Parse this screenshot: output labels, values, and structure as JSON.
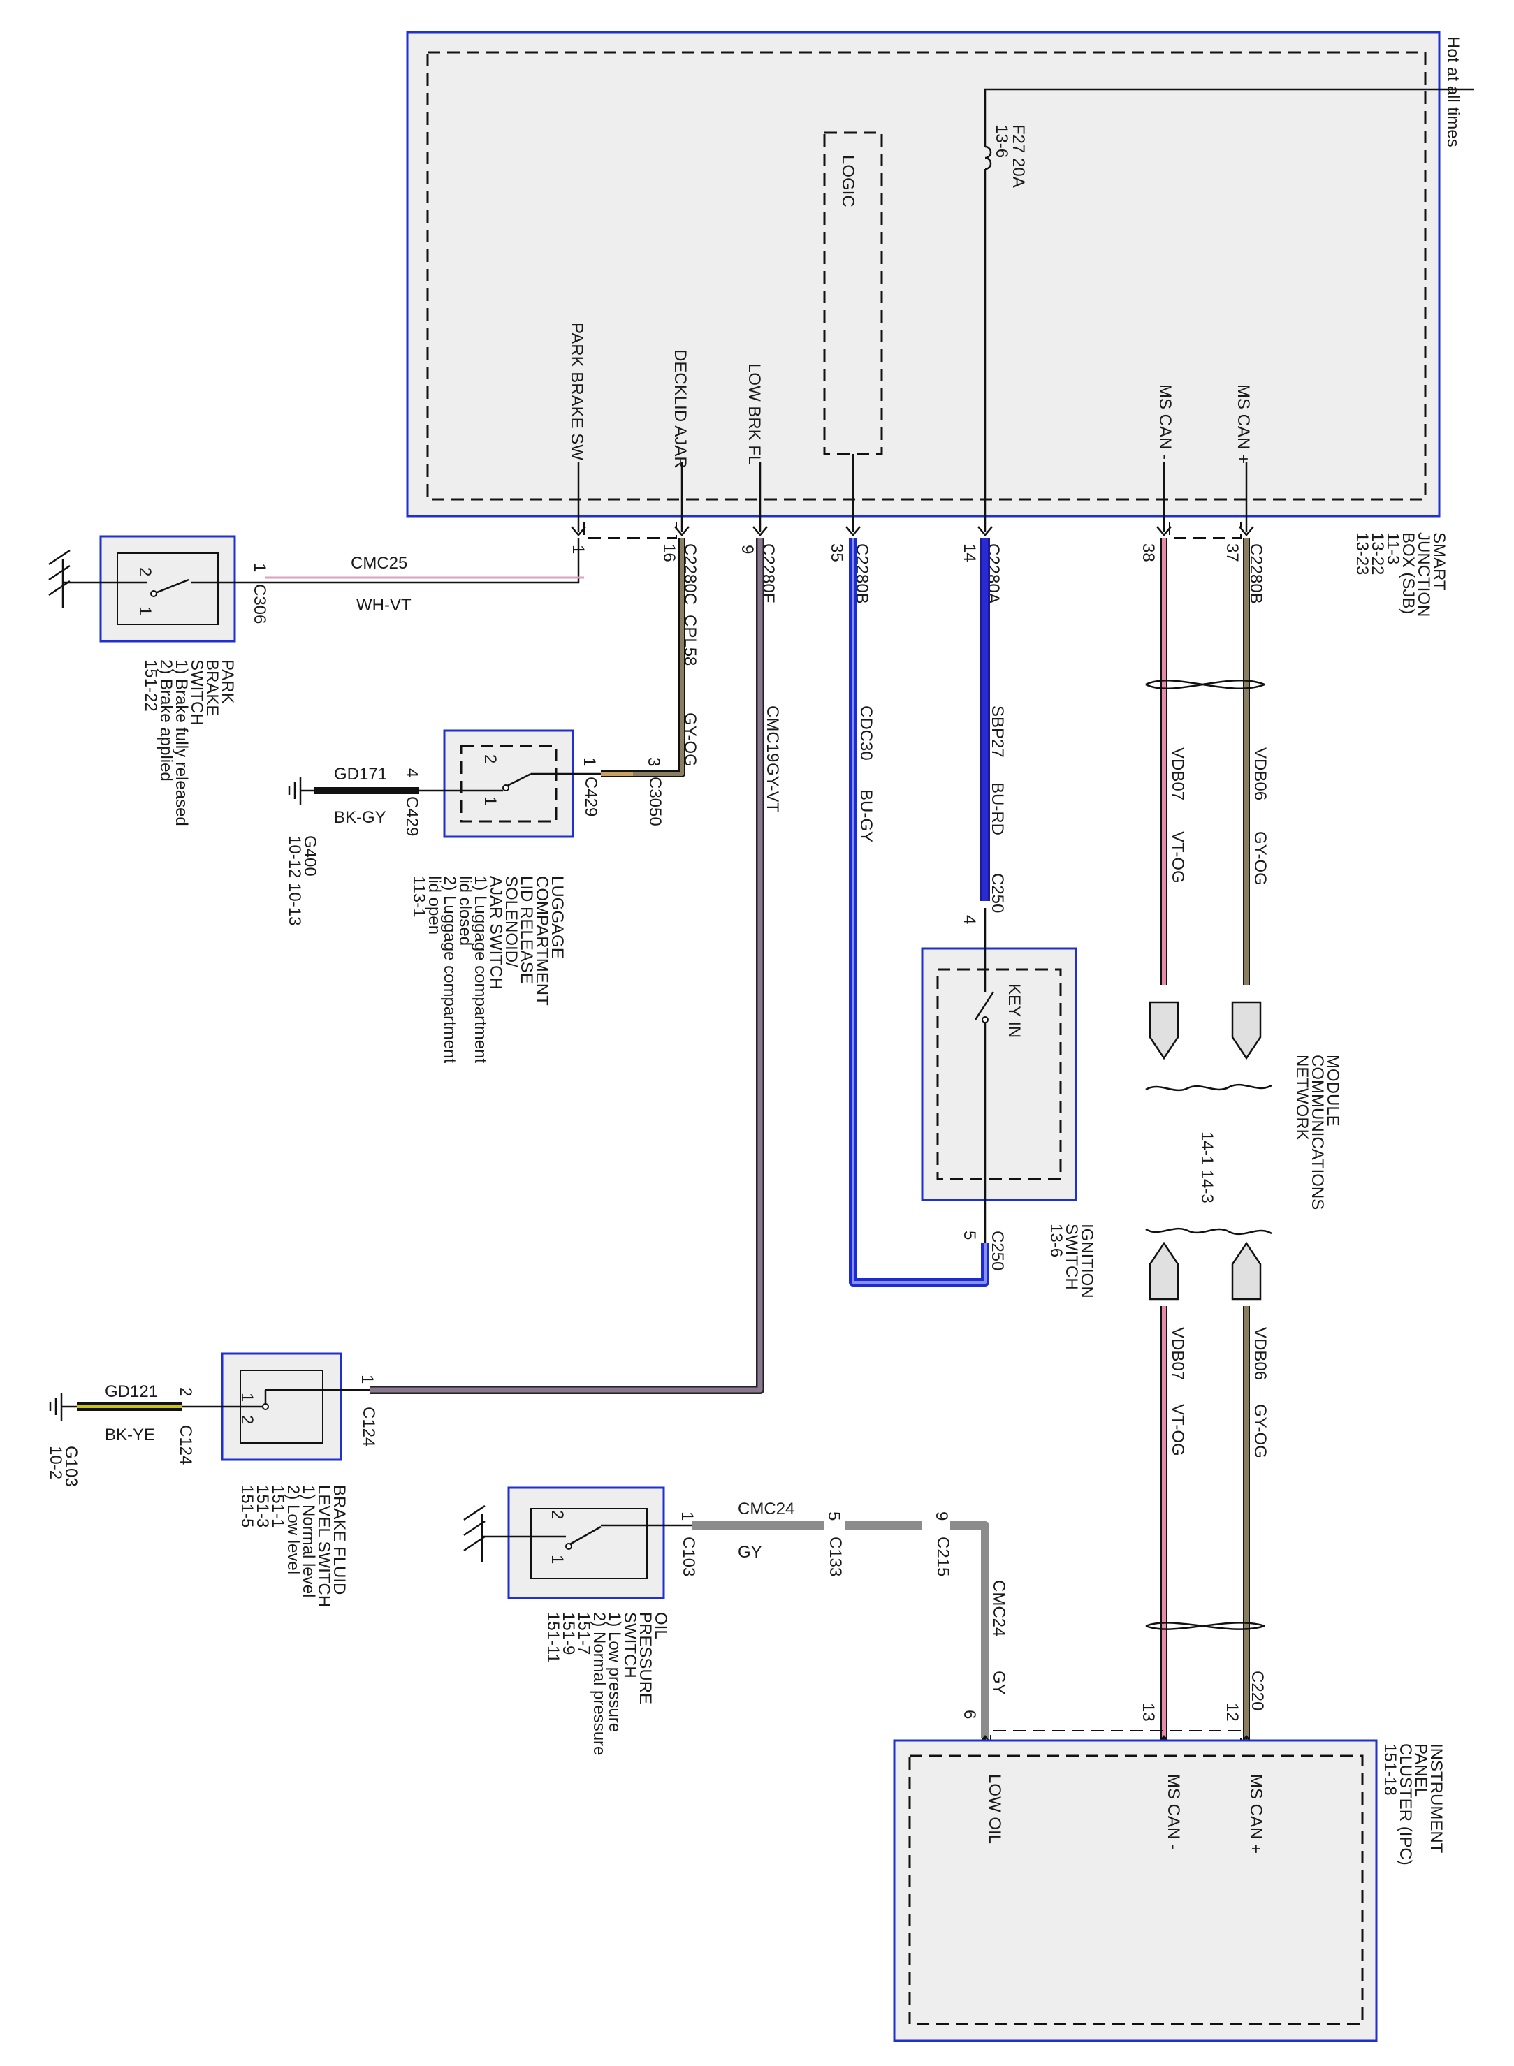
{
  "colors": {
    "box_border": "#1f2fd0",
    "box_fill": "#eeeeee",
    "wire_pink": "#e58aa8",
    "wire_gray_orange": "#8a7d62",
    "wire_purple_gray": "#8a7890",
    "wire_blue": "#1a2ad8",
    "wire_gray": "#8c8c8c",
    "wire_black_yellow": "#c9c21a"
  },
  "modules": {
    "sjb": {
      "title_lines": [
        "SMART",
        "JUNCTION",
        "BOX (SJB)",
        "11-3",
        "13-22",
        "13-23"
      ],
      "hot_label": "Hot at all times",
      "fuse_label": "F27  20A",
      "fuse_ref": "13-6",
      "logic": "LOGIC",
      "pins": {
        "park_brake_sw": "PARK BRAKE SW",
        "decklid_ajar": "DECKLID AJAR",
        "low_brk_fl": "LOW BRK FL",
        "ms_can_minus": "MS CAN -",
        "ms_can_plus": "MS CAN +"
      }
    },
    "ipc": {
      "title_lines": [
        "INSTRUMENT",
        "PANEL",
        "CLUSTER (IPC)",
        "151-18"
      ],
      "pins": {
        "low_oil": "LOW OIL",
        "ms_can_minus": "MS CAN -",
        "ms_can_plus": "MS CAN +"
      }
    },
    "ignition": {
      "inner": "KEY IN",
      "title_lines": [
        "IGNITION",
        "SWITCH",
        "13-6"
      ]
    },
    "network": {
      "title_lines": [
        "MODULE",
        "COMMUNICATIONS",
        "NETWORK"
      ],
      "refs": "14-1  14-3"
    },
    "park_brake": {
      "title_lines": [
        "PARK",
        "BRAKE",
        "SWITCH",
        "1) Brake fully released",
        "2) Brake applied",
        "151-22"
      ]
    },
    "luggage": {
      "title_lines": [
        "LUGGAGE",
        "COMPARTMENT",
        "LID RELEASE",
        "SOLENOID/",
        "AJAR SWITCH",
        "1) Luggage compartment",
        "lid closed",
        "2) Luggage compartment",
        "lid open",
        "113-1"
      ]
    },
    "brake_fluid": {
      "title_lines": [
        "BRAKE FLUID",
        "LEVEL SWITCH",
        "1) Normal level",
        "2) Low level",
        "151-1",
        "151-3",
        "151-5"
      ]
    },
    "oil_pressure": {
      "title_lines": [
        "OIL",
        "PRESSURE",
        "SWITCH",
        "1) Low pressure",
        "2) Normal pressure",
        "151-7",
        "151-9",
        "151-11"
      ]
    }
  },
  "connectors": {
    "c2280c": "C2280C",
    "c2280f": "C2280F",
    "c2280b": "C2280B",
    "c2280a": "C2280A",
    "c2280b2": "C2280B",
    "cpl58": "CPL58",
    "c306": "C306",
    "c429": "C429",
    "c429b": "C429",
    "c3050": "C3050",
    "c250_top": "C250",
    "c250_bot": "C250",
    "c124a": "C124",
    "c124b": "C124",
    "c103": "C103",
    "c133": "C133",
    "c215": "C215",
    "c220": "C220"
  },
  "pin_numbers": {
    "p1": "1",
    "p16": "16",
    "p9": "9",
    "p35": "35",
    "p14": "14",
    "p38": "38",
    "p37": "37",
    "c306_1": "1",
    "c3050_3": "3",
    "c429_1": "1",
    "c429_4": "4",
    "c250_4": "4",
    "c250_5": "5",
    "c124_1": "1",
    "c124_2": "2",
    "c103_1": "1",
    "c133_5": "5",
    "c215_9": "9",
    "ipc_6": "6",
    "ipc_13": "13",
    "ipc_12": "12",
    "pb_sw2": "2",
    "pb_sw1": "1",
    "lug_sw2": "2",
    "lug_sw1": "1",
    "bf_sw1": "1",
    "bf_sw2": "2",
    "op_sw2": "2",
    "op_sw1": "1"
  },
  "wires": {
    "cmc25": "CMC25",
    "whvt": "WH-VT",
    "cmc19": "CMC19",
    "gyvt": "GY-VT",
    "gyog_cpl": "GY-OG",
    "cdc30": "CDC30",
    "bugy": "BU-GY",
    "sbp27": "SBP27",
    "burd": "BU-RD",
    "vdb07_top": "VDB07",
    "vtog_top": "VT-OG",
    "vdb06_top": "VDB06",
    "gyog_top": "GY-OG",
    "vdb07_bot": "VDB07",
    "vtog_bot": "VT-OG",
    "vdb06_bot": "VDB06",
    "gyog_bot": "GY-OG",
    "gd171": "GD171",
    "bkgy": "BK-GY",
    "gd121": "GD121",
    "bkye": "BK-YE",
    "cmc24_h": "CMC24",
    "gy_h": "GY",
    "cmc24_v": "CMC24",
    "gy_v": "GY"
  },
  "grounds": {
    "g400": "G400",
    "g400_refs": "10-12     10-13",
    "g103": "G103",
    "g103_refs": "10-2"
  }
}
